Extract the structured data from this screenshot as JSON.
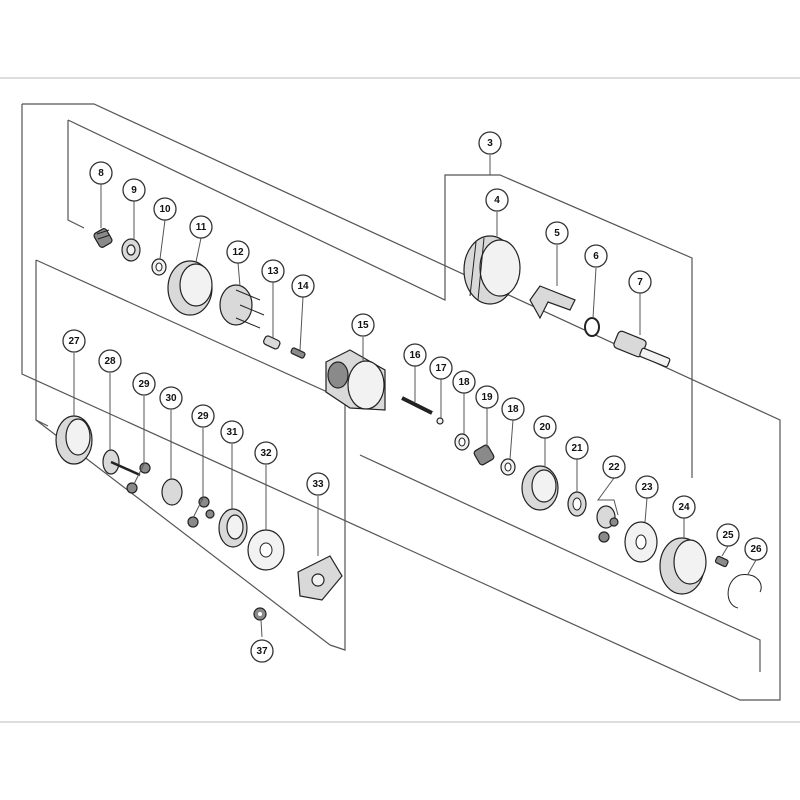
{
  "diagram": {
    "callouts": [
      {
        "id": "c8",
        "label": "8"
      },
      {
        "id": "c9",
        "label": "9"
      },
      {
        "id": "c10",
        "label": "10"
      },
      {
        "id": "c11",
        "label": "11"
      },
      {
        "id": "c12",
        "label": "12"
      },
      {
        "id": "c13",
        "label": "13"
      },
      {
        "id": "c14",
        "label": "14"
      },
      {
        "id": "c15",
        "label": "15"
      },
      {
        "id": "c16",
        "label": "16"
      },
      {
        "id": "c17",
        "label": "17"
      },
      {
        "id": "c18a",
        "label": "18"
      },
      {
        "id": "c19",
        "label": "19"
      },
      {
        "id": "c18b",
        "label": "18"
      },
      {
        "id": "c20",
        "label": "20"
      },
      {
        "id": "c21",
        "label": "21"
      },
      {
        "id": "c22",
        "label": "22"
      },
      {
        "id": "c23",
        "label": "23"
      },
      {
        "id": "c24",
        "label": "24"
      },
      {
        "id": "c25",
        "label": "25"
      },
      {
        "id": "c26",
        "label": "26"
      },
      {
        "id": "c3",
        "label": "3"
      },
      {
        "id": "c4",
        "label": "4"
      },
      {
        "id": "c5",
        "label": "5"
      },
      {
        "id": "c6",
        "label": "6"
      },
      {
        "id": "c7",
        "label": "7"
      },
      {
        "id": "c27",
        "label": "27"
      },
      {
        "id": "c28",
        "label": "28"
      },
      {
        "id": "c29a",
        "label": "29"
      },
      {
        "id": "c30",
        "label": "30"
      },
      {
        "id": "c29b",
        "label": "29"
      },
      {
        "id": "c31",
        "label": "31"
      },
      {
        "id": "c32",
        "label": "32"
      },
      {
        "id": "c33",
        "label": "33"
      },
      {
        "id": "c37",
        "label": "37"
      }
    ]
  }
}
